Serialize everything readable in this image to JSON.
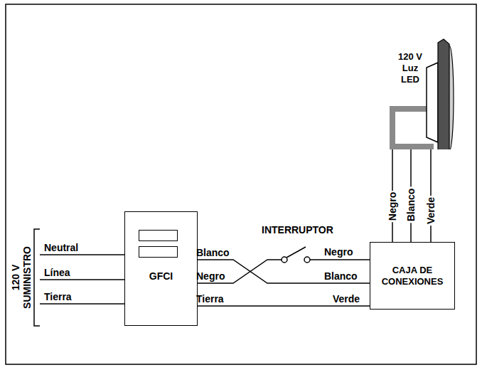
{
  "diagram": {
    "nodes": [
      {
        "text": [
          "120 V Luz LED"
        ]
      },
      {
        "text": [
          "GFCI"
        ]
      },
      {
        "text": [
          "CAJA DE CONEXIONES"
        ]
      }
    ],
    "edges": [
      {
        "from": 1,
        "to": 2,
        "arrow": "none"
      },
      {
        "from": 1,
        "to": 2,
        "arrow": "none"
      },
      {
        "from": 1,
        "to": 2,
        "arrow": "none"
      },
      {
        "from": 2,
        "to": 0,
        "arrow": "none"
      },
      {
        "from": 2,
        "to": 0,
        "arrow": "none"
      },
      {
        "from": 2,
        "to": 0,
        "arrow": "none"
      }
    ],
    "labels": [
      "120 V SUMINISTRO",
      "Neutral",
      "Línea",
      "Tierra",
      "Blanco",
      "Negro",
      "Tierra",
      "INTERRUPTOR",
      "Negro",
      "Blanco",
      "Verde",
      "Negro",
      "Blanco",
      "Verde"
    ]
  }
}
